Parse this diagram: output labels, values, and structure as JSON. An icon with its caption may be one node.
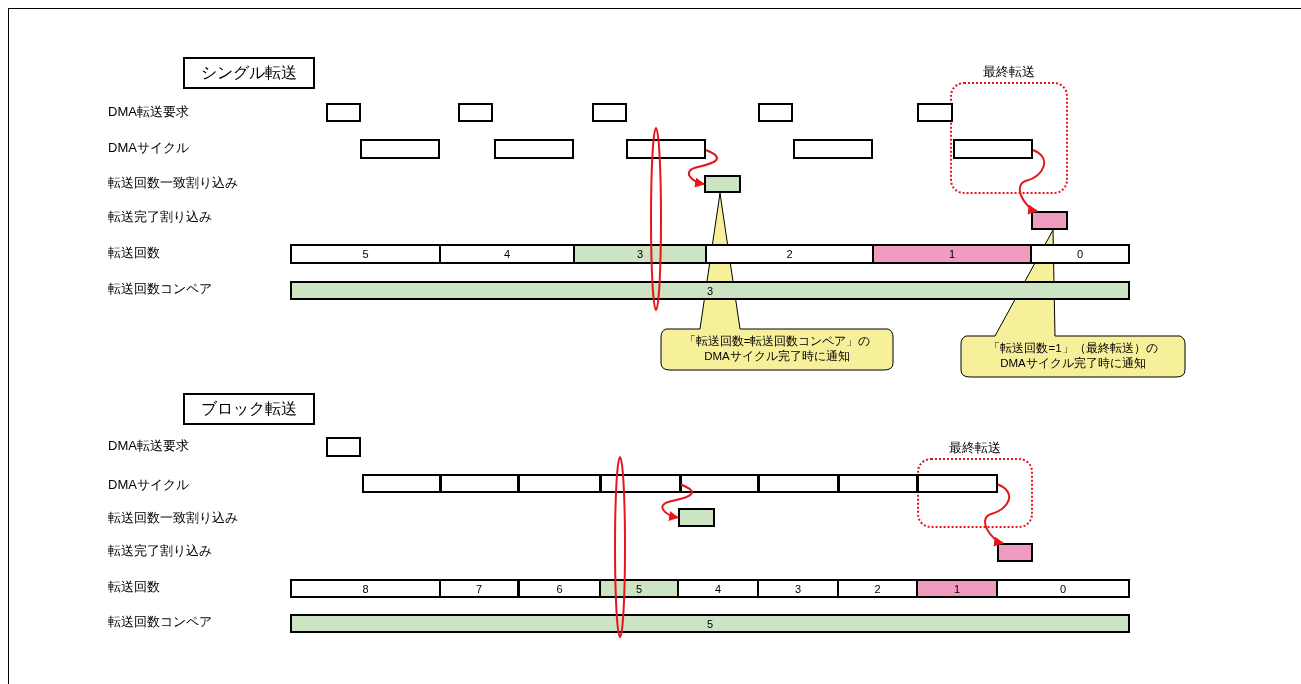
{
  "diagram": {
    "nodes": [
      {
        "text": [
          "シングル転送"
        ]
      },
      {
        "text": [
          "最終転送"
        ]
      },
      {
        "text": [],
        "shape": "box"
      },
      {
        "text": [],
        "shape": "box"
      },
      {
        "text": [],
        "shape": "box"
      },
      {
        "text": [],
        "shape": "box"
      },
      {
        "text": [],
        "shape": "box"
      },
      {
        "text": [],
        "shape": "box"
      },
      {
        "text": [],
        "shape": "box"
      },
      {
        "text": [],
        "shape": "box"
      },
      {
        "text": [],
        "shape": "box"
      },
      {
        "text": [],
        "shape": "box",
        "in": 1
      },
      {
        "text": [],
        "shape": "box"
      },
      {
        "text": [],
        "shape": "box"
      },
      {
        "text": [
          "5"
        ]
      },
      {
        "text": [
          "4"
        ]
      },
      {
        "text": [
          "3"
        ]
      },
      {
        "text": [
          "2"
        ]
      },
      {
        "text": [
          "1"
        ]
      },
      {
        "text": [
          "0"
        ]
      },
      {
        "text": [
          "3"
        ]
      },
      {
        "text": [
          "「転送回数=転送回数コンペア」のDMAサイクル完了時に通知"
        ]
      },
      {
        "text": [
          "「転送回数=1」（最終転送）のDMAサイクル完了時に通知"
        ]
      },
      {
        "text": [
          "ブロック転送"
        ]
      },
      {
        "text": [
          "最終転送"
        ]
      },
      {
        "text": [],
        "shape": "box"
      },
      {
        "text": [],
        "shape": "box"
      },
      {
        "text": [],
        "shape": "box"
      },
      {
        "text": [],
        "shape": "box"
      },
      {
        "text": [],
        "shape": "box"
      },
      {
        "text": [],
        "shape": "box"
      },
      {
        "text": [],
        "shape": "box"
      },
      {
        "text": [],
        "shape": "box"
      },
      {
        "text": [],
        "shape": "box",
        "in": 24
      },
      {
        "text": [],
        "shape": "box"
      },
      {
        "text": [],
        "shape": "box"
      },
      {
        "text": [
          "8"
        ]
      },
      {
        "text": [
          "7"
        ]
      },
      {
        "text": [
          "6"
        ]
      },
      {
        "text": [
          "5"
        ]
      },
      {
        "text": [
          "4"
        ]
      },
      {
        "text": [
          "3"
        ]
      },
      {
        "text": [
          "2"
        ]
      },
      {
        "text": [
          "1"
        ]
      },
      {
        "text": [
          "0"
        ]
      },
      {
        "text": [
          "5"
        ]
      }
    ],
    "edges": [
      {
        "from": 9,
        "to": 12,
        "arrow": "to"
      },
      {
        "from": 11,
        "to": 13,
        "arrow": "to"
      },
      {
        "from": 29,
        "to": 34,
        "arrow": "to"
      },
      {
        "from": 33,
        "to": 35,
        "arrow": "to"
      }
    ],
    "labels": [
      "DMA転送要求",
      "DMAサイクル",
      "転送回数一致割り込み",
      "転送完了割り込み",
      "転送回数",
      "転送回数コンペア",
      "DMA転送要求",
      "DMAサイクル",
      "転送回数一致割り込み",
      "転送完了割り込み",
      "転送回数",
      "転送回数コンペア"
    ]
  }
}
